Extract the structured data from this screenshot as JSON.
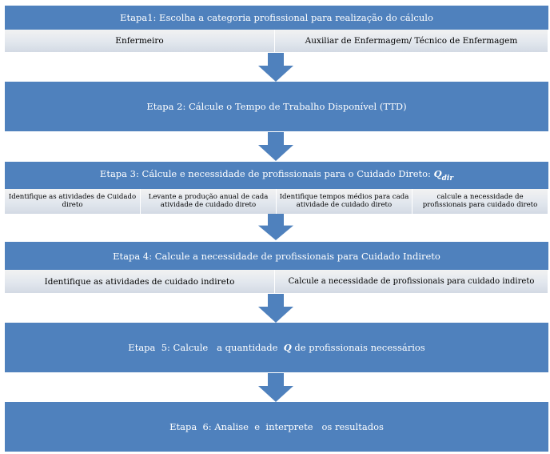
{
  "step1": {
    "title": "Etapa1: Escolha a categoria profissional para realização  do cálculo",
    "options": [
      "Enfermeiro",
      "Auxiliar de Enfermagem/  Técnico de Enfermagem"
    ]
  },
  "step2": {
    "title": "Etapa 2: Cálcule  o Tempo  de Trabalho Disponível (TTD)"
  },
  "step3": {
    "title_prefix": "Etapa  3: Cálcule  e necessidade  de profissionais para  o Cuidado Direto: ",
    "symbol": "Q",
    "symbol_sub": "dir",
    "tasks": [
      "Identifique as atividades de Cuidado direto",
      "Levante a produção anual de cada atividade de cuidado direto",
      "Identifique tempos médios para cada atividade de cuidado direto",
      "calcule a necessidade de profissionais para cuidado direto"
    ]
  },
  "step4": {
    "title": "Etapa  4: Calcule  a necessidade  de profissionais para  Cuidado  Indireto",
    "tasks": [
      "Identifique  as atividades  de cuidado  indireto",
      "Calcule  a necessidade de profissionais  para cuidado indireto"
    ]
  },
  "step5": {
    "title_prefix": "Etapa  5: Calcule   a quantidade  ",
    "symbol": "Q",
    "title_suffix": " de profissionais necessários"
  },
  "step6": {
    "title": "Etapa  6: Analise  e  interprete   os resultados"
  },
  "colors": {
    "band": "#4f81bd",
    "arrow": "#4f81bd",
    "sub_bg": "#dce3ec"
  }
}
